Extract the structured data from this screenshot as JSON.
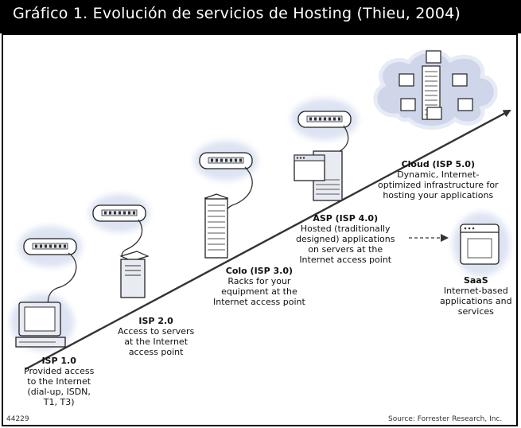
{
  "title": "Gráfico 1. Evolución de servicios de Hosting  (Thieu, 2004)",
  "figure_id": "44229",
  "source": "Source: Forrester Research, Inc.",
  "stages": [
    {
      "heading": "ISP 1.0",
      "lines": [
        "Provided access",
        "to the Internet",
        "(dial-up, ISDN,",
        "T1, T3)"
      ]
    },
    {
      "heading": "ISP 2.0",
      "lines": [
        "Access to servers",
        "at the Internet",
        "access point"
      ]
    },
    {
      "heading": "Colo (ISP 3.0)",
      "lines": [
        "Racks for your",
        "equipment at the",
        "Internet access point"
      ]
    },
    {
      "heading": "ASP (ISP 4.0)",
      "lines": [
        "Hosted (traditionally",
        "designed) applications",
        "on servers at the",
        "Internet access point"
      ]
    },
    {
      "heading": "Cloud (ISP 5.0)",
      "lines": [
        "Dynamic, Internet-",
        "optimized infrastructure for",
        "hosting your applications"
      ]
    }
  ],
  "saas": {
    "heading": "SaaS",
    "lines": [
      "Internet-based",
      "applications and",
      "services"
    ]
  },
  "colors": {
    "title_bg": "#000000",
    "title_text": "#ffffff",
    "cloud": "#cfd6ea",
    "cloud_edge": "#e7ebf6",
    "device": "#e9ebf3",
    "line": "#333333"
  },
  "icons": [
    "router-icon",
    "computer-icon",
    "tower-server-icon",
    "server-rack-icon",
    "app-window-icon",
    "cloud-icon",
    "arrow-icon"
  ]
}
